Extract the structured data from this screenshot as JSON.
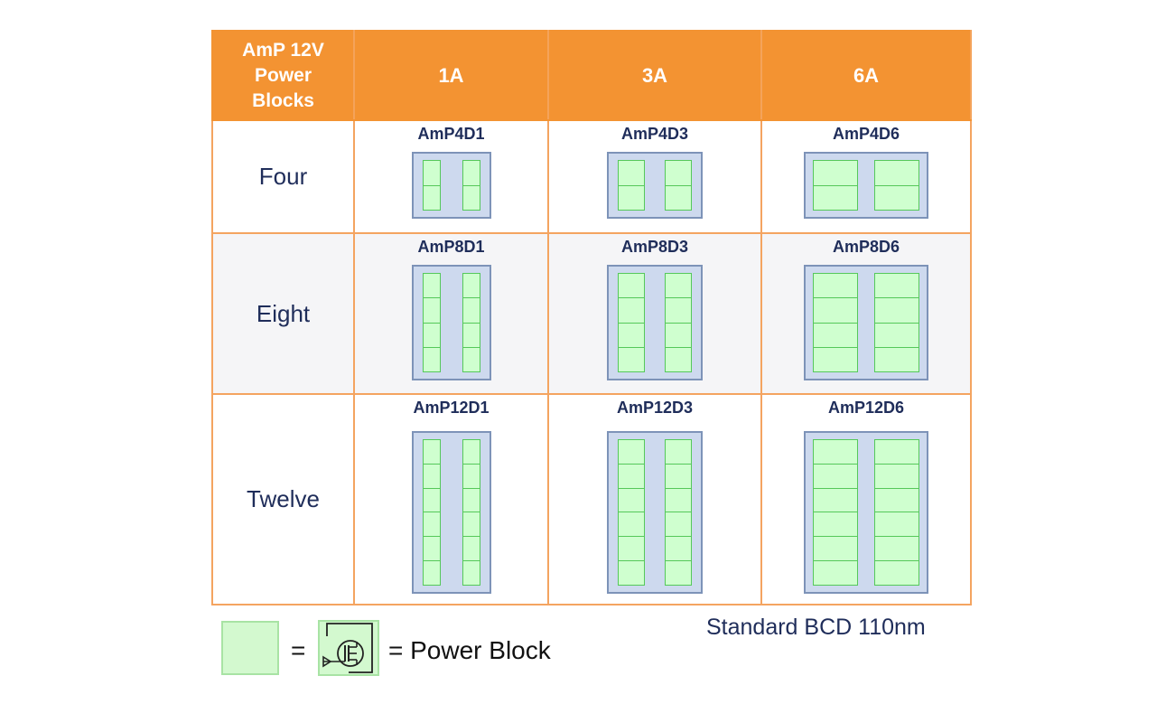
{
  "table": {
    "corner_lines": [
      "AmP 12V",
      "Power",
      "Blocks"
    ],
    "columns": [
      "1A",
      "3A",
      "6A"
    ],
    "rows": [
      {
        "label": "Four",
        "blocks_per_column": 2,
        "parts": [
          "AmP4D1",
          "AmP4D3",
          "AmP4D6"
        ]
      },
      {
        "label": "Eight",
        "blocks_per_column": 4,
        "parts": [
          "AmP8D1",
          "AmP8D3",
          "AmP8D6"
        ]
      },
      {
        "label": "Twelve",
        "blocks_per_column": 6,
        "parts": [
          "AmP12D1",
          "AmP12D3",
          "AmP12D6"
        ]
      }
    ]
  },
  "legend": {
    "equals": "=",
    "label": "= Power Block",
    "symbol_icon": "mosfet-transistor-icon"
  },
  "technology_note": "Standard BCD 110nm",
  "colors": {
    "header_orange": "#f39332",
    "grid_line": "#f4a460",
    "chip_fill": "#cdd9ee",
    "chip_border": "#7d93b8",
    "block_fill": "#cfffcf",
    "block_border": "#55c85a",
    "text_navy": "#1f2d5a"
  }
}
